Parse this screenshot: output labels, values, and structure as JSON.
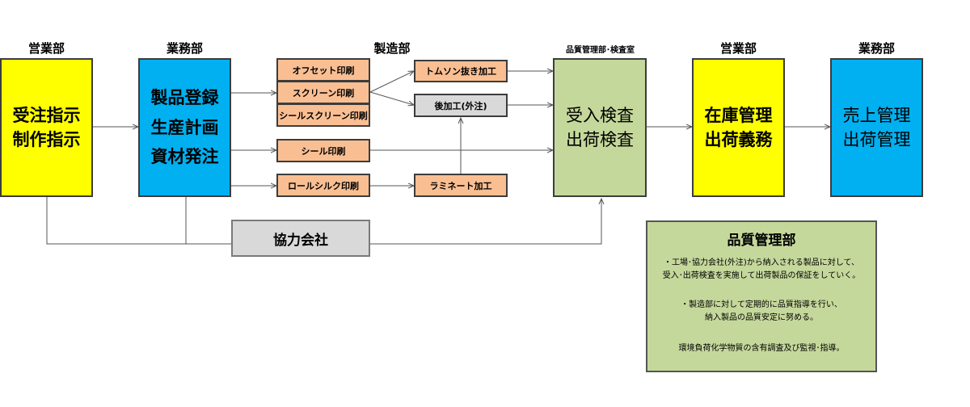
{
  "headers": {
    "sales_left": "営業部",
    "business_left": "業務部",
    "manufacturing": "製造部",
    "quality_inspection": "品質管理部･検査室",
    "sales_right": "営業部",
    "business_right": "業務部"
  },
  "boxes": {
    "orders": [
      "受注指示",
      "制作指示"
    ],
    "planning": [
      "製品登録",
      "生産計画",
      "資材発注"
    ],
    "inspection": [
      "受入検査",
      "出荷検査"
    ],
    "inventory": [
      "在庫管理",
      "出荷義務"
    ],
    "sales_mgmt": [
      "売上管理",
      "出荷管理"
    ]
  },
  "processes": {
    "offset": "オフセット印刷",
    "screen": "スクリーン印刷",
    "seal_screen": "シールスクリーン印刷",
    "seal": "シール印刷",
    "roll_silk": "ロールシルク印刷",
    "thomson": "トムソン抜き加工",
    "post": "後加工(外注)",
    "laminate": "ラミネート加工"
  },
  "partner": "協力会社",
  "qa_panel": {
    "title": "品質管理部",
    "items": [
      "・工場･協力会社(外注)から納入される製品に対して、",
      "受入･出荷検査を実施して出荷製品の保証をしていく。",
      "・製造部に対して定期的に品質指導を行い、",
      "納入製品の品質安定に努める。",
      "環境負荷化学物質の含有調査及び監視･指導。"
    ]
  },
  "colors": {
    "yellow": "#ffff00",
    "blue": "#00b0f0",
    "orange": "#f9bf93",
    "gray": "#d9d9d9",
    "green": "#c5d89b"
  }
}
